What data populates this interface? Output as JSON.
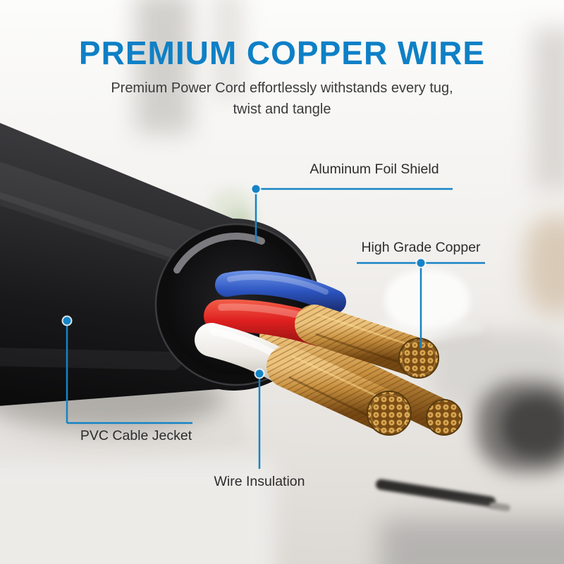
{
  "header": {
    "title": "PREMIUM COPPER WIRE",
    "subtitle_line1": "Premium Power Cord effortlessly withstands every tug,",
    "subtitle_line2": "twist and tangle"
  },
  "callouts": {
    "aluminum_foil_shield": {
      "label": "Aluminum Foil Shield"
    },
    "high_grade_copper": {
      "label": "High Grade Copper"
    },
    "pvc_cable_jacket": {
      "label": "PVC Cable Jecket"
    },
    "wire_insulation": {
      "label": "Wire Insulation"
    }
  },
  "colors": {
    "accent_blue": "#1583c6",
    "title_blue": "#0e80c6",
    "label_text": "#2c2c2c",
    "cable_jacket_black": "#1a1a1c",
    "wire_blue": "#2c55c0",
    "wire_red": "#dd1f1f",
    "wire_white": "#ece9e4",
    "copper_gold": "#c78f3f"
  }
}
